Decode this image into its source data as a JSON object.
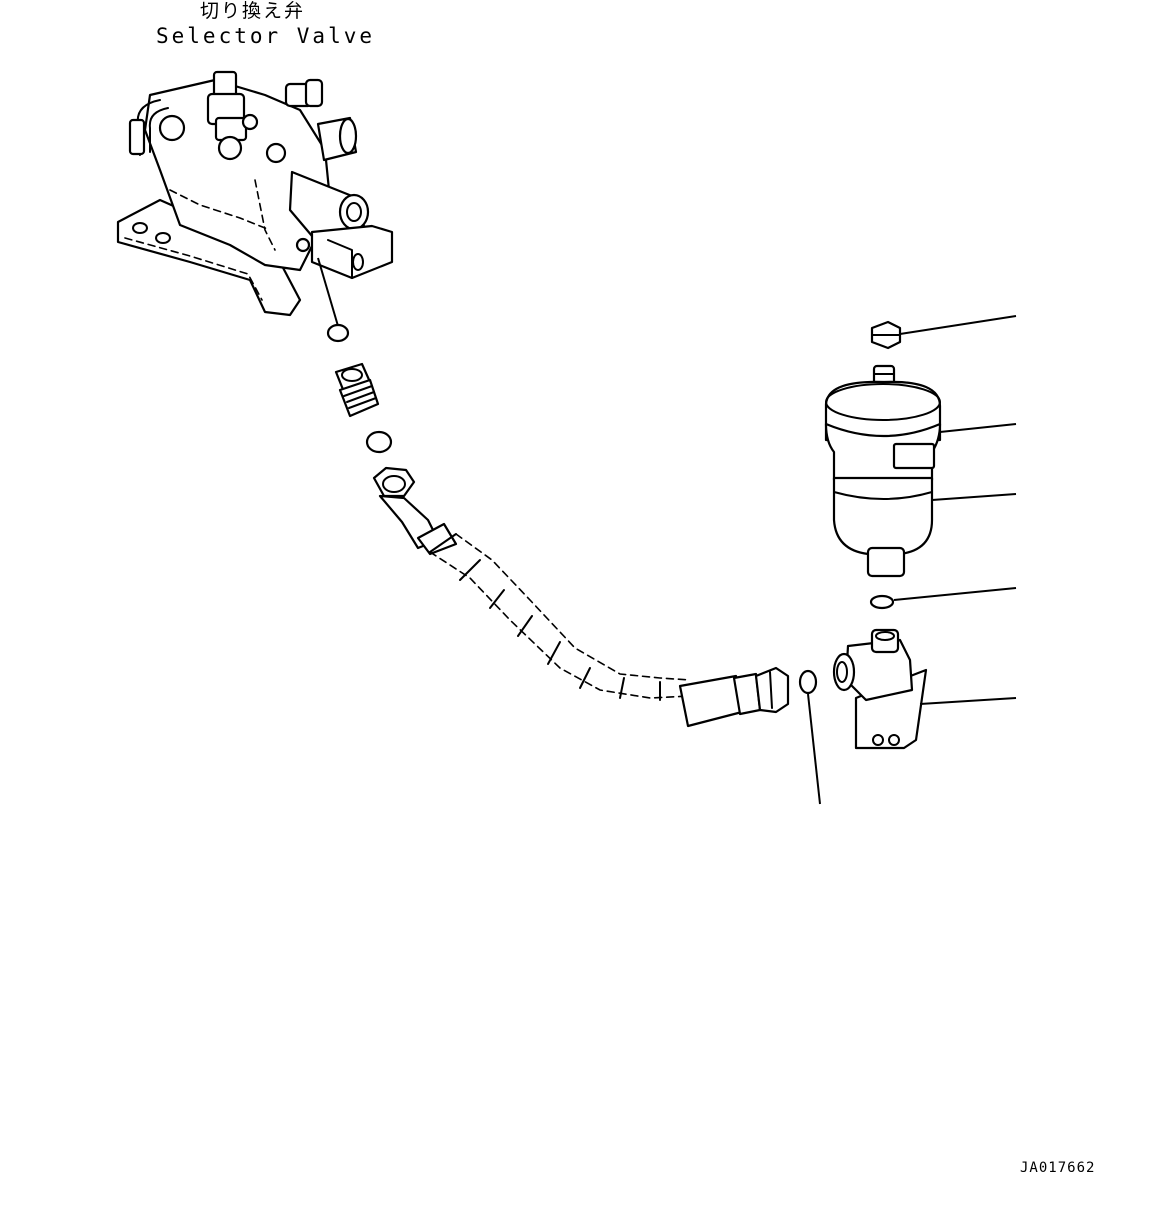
{
  "labels": {
    "component_jp": "切り換え弁",
    "component_en": "Selector Valve",
    "drawing_id": "JA017662"
  },
  "colors": {
    "line": "#000000",
    "background": "#ffffff"
  }
}
